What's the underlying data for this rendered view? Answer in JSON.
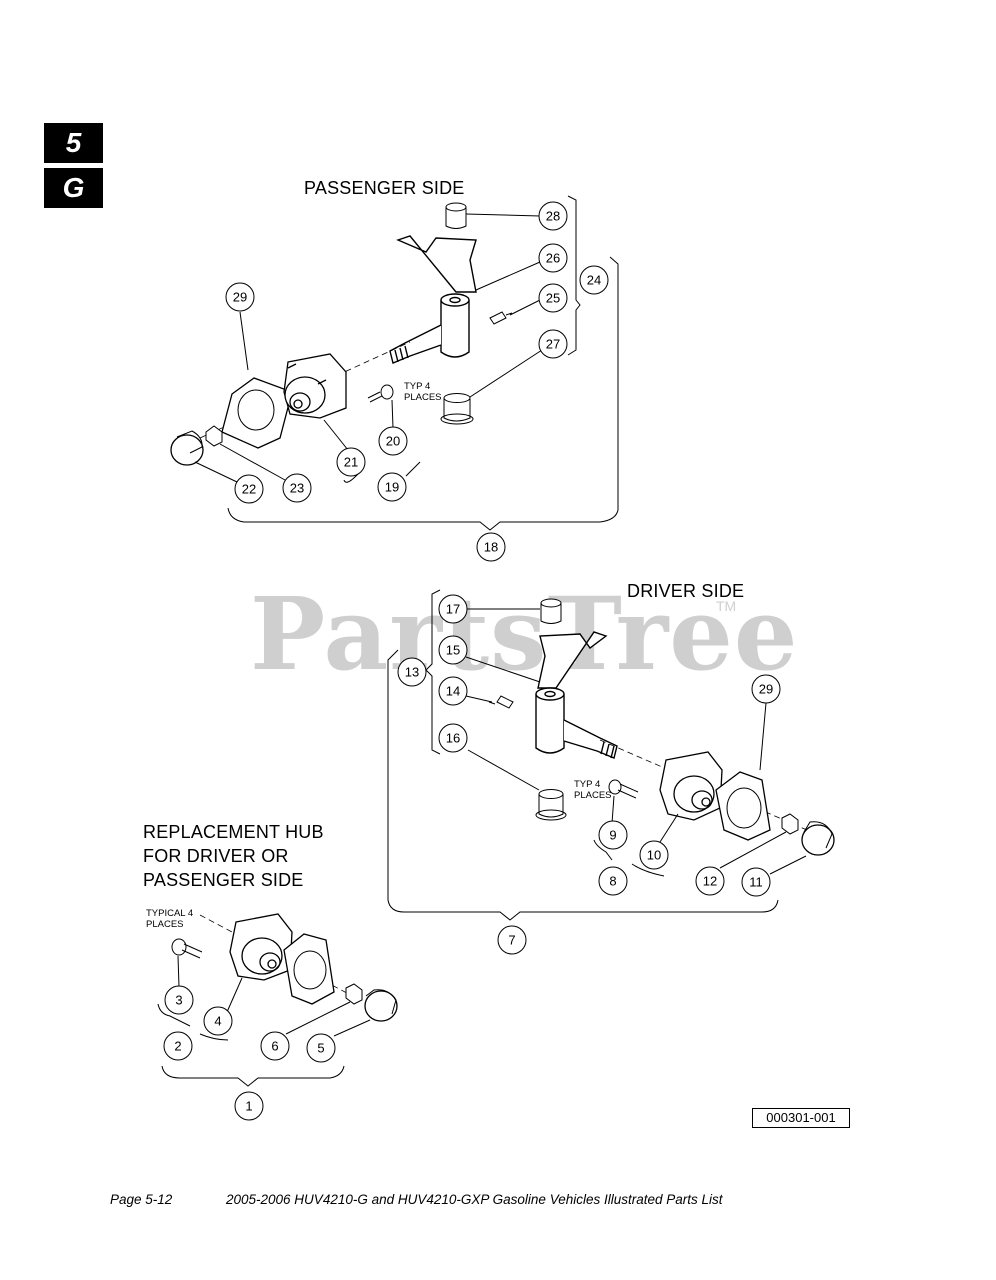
{
  "section_tabs": [
    "5",
    "G"
  ],
  "headings": {
    "passenger_side": "PASSENGER SIDE",
    "driver_side": "DRIVER SIDE",
    "replacement_hub_lines": [
      "REPLACEMENT HUB",
      "FOR DRIVER OR",
      "PASSENGER SIDE"
    ]
  },
  "notes": {
    "typ4_passenger": [
      "TYP 4",
      "PLACES"
    ],
    "typ4_driver": [
      "TYP 4",
      "PLACES"
    ],
    "typical4": [
      "TYPICAL 4",
      "PLACES"
    ]
  },
  "watermark": {
    "text": "PartsTree",
    "tm": "TM"
  },
  "callouts": {
    "passenger": [
      "28",
      "26",
      "24",
      "25",
      "27",
      "29",
      "20",
      "21",
      "22",
      "23",
      "19",
      "18"
    ],
    "driver": [
      "17",
      "15",
      "13",
      "14",
      "16",
      "29",
      "9",
      "10",
      "12",
      "11",
      "8",
      "7"
    ],
    "replacement": [
      "3",
      "4",
      "2",
      "6",
      "5",
      "1"
    ]
  },
  "figure_id": "000301-001",
  "footer": {
    "page": "Page 5-12",
    "title": "2005-2006 HUV4210-G and HUV4210-GXP Gasoline Vehicles Illustrated Parts List"
  }
}
